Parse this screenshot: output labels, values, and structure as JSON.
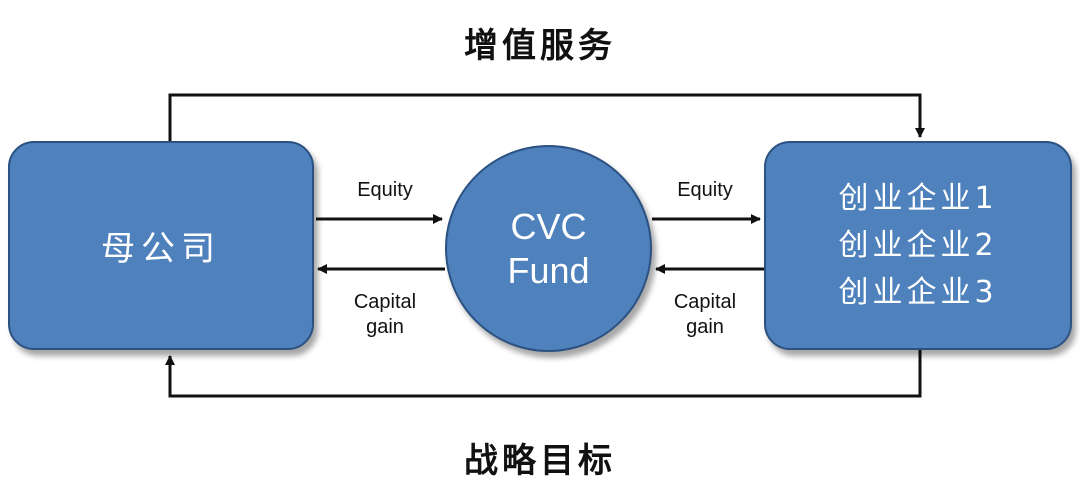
{
  "top_label": "增值服务",
  "bottom_label": "战略目标",
  "parent_company": "母公司",
  "fund": {
    "line1": "CVC",
    "line2": "Fund"
  },
  "startups": [
    "创业企业1",
    "创业企业2",
    "创业企业3"
  ],
  "flows": {
    "equity_left": "Equity",
    "equity_right": "Equity",
    "gain_left_line1": "Capital",
    "gain_left_line2": "gain",
    "gain_right_line1": "Capital",
    "gain_right_line2": "gain"
  }
}
